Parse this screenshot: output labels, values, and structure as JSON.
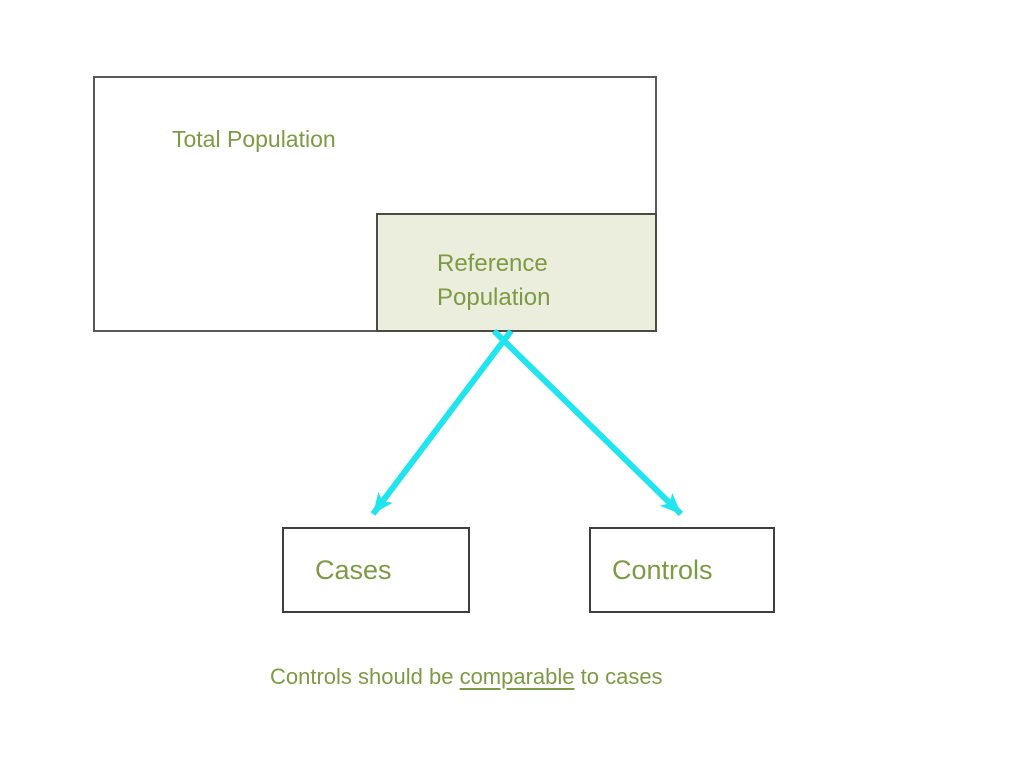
{
  "diagram": {
    "total_population_label": "Total Population",
    "reference_population_label": "Reference Population",
    "cases_label": "Cases",
    "controls_label": "Controls",
    "caption": {
      "prefix": "Controls should be ",
      "underlined": "comparable",
      "suffix": " to cases"
    }
  },
  "colors": {
    "olive_text": "#7d9a44",
    "reference_box_fill": "#ebeedd",
    "arrow_cyan": "#20e5ee",
    "outer_box_border": "#58585a",
    "node_box_border": "#3f3f41",
    "background": "#ffffff"
  }
}
